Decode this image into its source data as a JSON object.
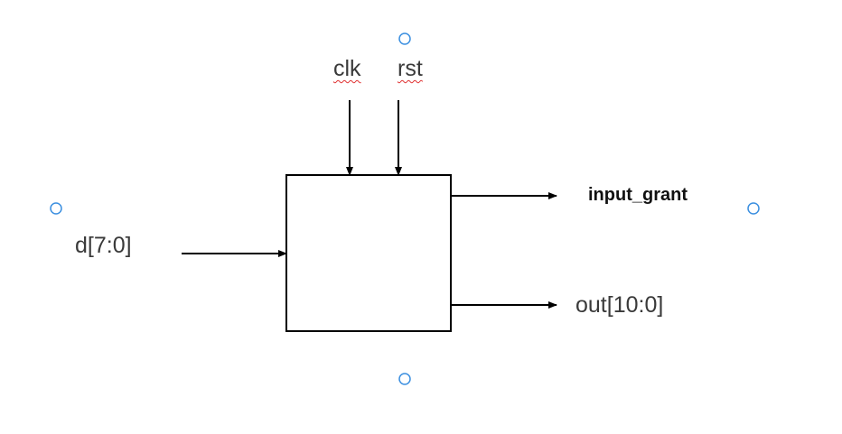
{
  "inputs": {
    "clk": "clk",
    "rst": "rst",
    "data": "d[7:0]"
  },
  "outputs": {
    "grant": "input_grant",
    "out": "out[10:0]"
  },
  "colors": {
    "stroke": "#000000",
    "text": "#3a3a3a",
    "handle": "#3b8fe0",
    "spellcheck": "#e03030"
  }
}
